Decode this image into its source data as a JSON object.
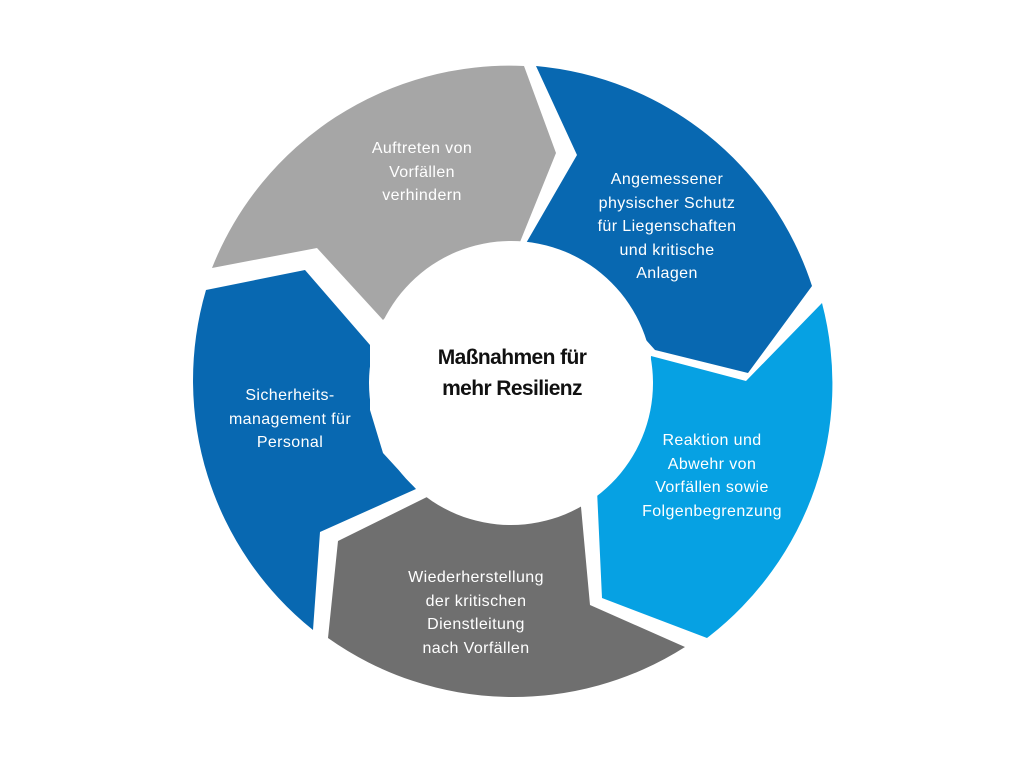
{
  "diagram": {
    "center_title": "Maßnahmen für\nmehr Resilienz",
    "colors": {
      "gray_light": "#a6a6a6",
      "blue_dark": "#0868b1",
      "blue_light": "#06a1e3",
      "gray_dark": "#6f6f6f",
      "center": "#ffffff",
      "text_light": "#ffffff",
      "text_center": "#111111"
    },
    "segments": [
      {
        "label": "Auftreten von\nVorfällen\nverhindern",
        "color": "#a6a6a6"
      },
      {
        "label": "Angemessener\nphysischer Schutz\nfür Liegenschaften\nund kritische\nAnlagen",
        "color": "#0868b1"
      },
      {
        "label": "Reaktion und\nAbwehr von\nVorfällen sowie\nFolgenbegrenzung",
        "color": "#06a1e3"
      },
      {
        "label": "Wiederherstellung\nder kritischen\nDienstleitung\nnach Vorfällen",
        "color": "#6f6f6f"
      },
      {
        "label": "Sicherheits-\nmanagement für\nPersonal",
        "color": "#0868b1"
      }
    ]
  }
}
